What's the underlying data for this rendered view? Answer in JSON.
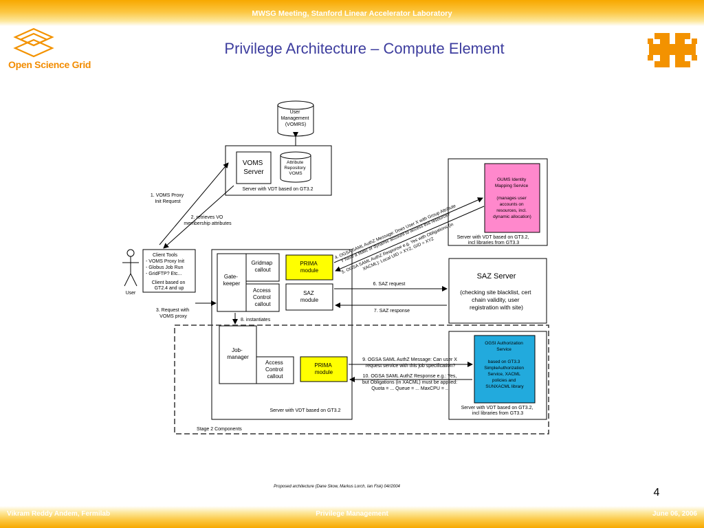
{
  "header": {
    "meeting": "MWSG Meeting, Stanford Linear Accelerator Laboratory",
    "title": "Privilege Architecture – Compute Element",
    "osg_logo_text": "Open Science Grid"
  },
  "diagram": {
    "user_mgmt": [
      "User",
      "Management",
      "(VOMRS)"
    ],
    "voms_server": [
      "VOMS",
      "Server"
    ],
    "attr_repo": [
      "Attribute",
      "Repository",
      "VOMS"
    ],
    "voms_box_caption": "Server with VDT based on GT3.2",
    "gums_text": [
      "GUMS Identity",
      "Mapping Service",
      "",
      "(manages user",
      "accounts on",
      "resources, incl.",
      "dynamic allocation)"
    ],
    "gums_caption": [
      "Server with VDT based on GT3.2,",
      "incl libraries from GT3.3"
    ],
    "saz_title": "SAZ Server",
    "saz_text": [
      "(checking site blacklist, cert",
      "chain validity, user",
      "registration with site)"
    ],
    "ogsi_text": [
      "OGSI Authorization",
      "Service",
      "",
      "based on GT3.3",
      "SimpleAuthorization",
      "Service, XACML",
      "policies and",
      "SUNXACML library"
    ],
    "ogsi_caption": [
      "Server with VDT based on GT3.2,",
      "incl libraries from GT3.3"
    ],
    "user_label": "User",
    "client_tools": [
      "Client Tools",
      "- VOMS Proxy Init",
      "- Globus Job Run",
      "- GridFTP? Etc..."
    ],
    "client_based": [
      "Client based on",
      "GT2.4 and up"
    ],
    "gatekeeper": [
      "Gate-",
      "keeper"
    ],
    "gridmap": [
      "Gridmap",
      "callout"
    ],
    "prima_module": [
      "PRIMA",
      "module"
    ],
    "access_control": [
      "Access",
      "Control",
      "callout"
    ],
    "saz_module": [
      "SAZ",
      "module"
    ],
    "job_manager": [
      "Job-",
      "manager"
    ],
    "access_control2": [
      "Access",
      "Control",
      "callout"
    ],
    "prima_module2": [
      "PRIMA",
      "module"
    ],
    "ce_caption": "Server with VDT based on GT3.2",
    "stage2": "Stage 2 Components",
    "step1": [
      "1. VOMS Proxy",
      "Init Request"
    ],
    "step2": [
      "2. retrieves VO",
      "membership attributes"
    ],
    "step3": [
      "3. Request with",
      "VOMS proxy"
    ],
    "step4": [
      "4. OGSA SAML AuthZ Message: Does User X with Group Attribute",
      "Y have a static or dynamic account to access this resource?"
    ],
    "step5": [
      "5. OGSA SAML AuthZ Response e.g. Yes with Obligations (in",
      "XACML): Local UID = XYZ, GID = XYZ"
    ],
    "step6": "6. SAZ request",
    "step7": "7. SAZ response",
    "step8": "8. instantiates",
    "step9": [
      "9. OGSA SAML AuthZ Message: Can user X",
      "request service with this job specification?"
    ],
    "step10": [
      "10. OGSA SAML AuthZ Response e.g.: Yes,",
      "but Obligations (in XACML) must be applied:",
      "Quota = ... Queue = ... MaxCPU = ..."
    ]
  },
  "caption": "Proposed architecture (Dane Skow, Markus Lorch, Ian Fisk)  04//2004",
  "page_number": "4",
  "footer": {
    "left": "Vikram Reddy Andem,  Fermilab",
    "center": "Privilege Management",
    "right": "June 06, 2006"
  },
  "colors": {
    "accent": "#f7a800",
    "title": "#3d3d9e",
    "prima": "#ffff00",
    "gums": "#ff88cc",
    "ogsi": "#22aadd"
  }
}
